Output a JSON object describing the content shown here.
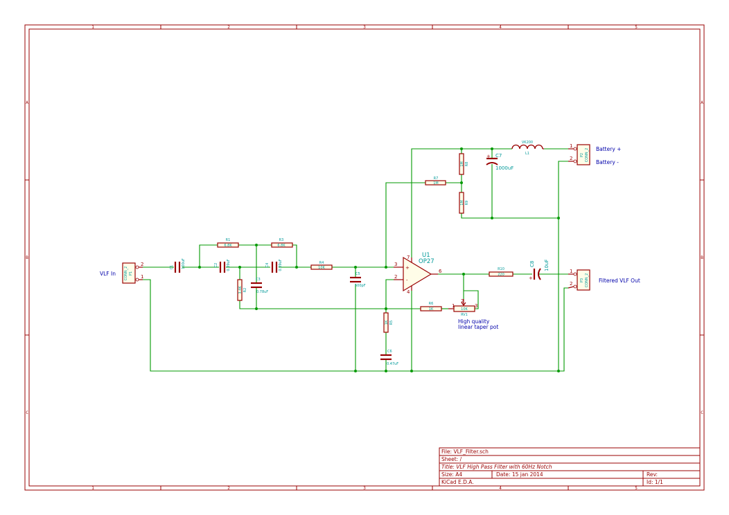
{
  "frame": {
    "columns": [
      "1",
      "2",
      "3",
      "4",
      "5"
    ],
    "rows": [
      "A",
      "B",
      "C"
    ]
  },
  "nets": {
    "vlf_in": "VLF In",
    "battery_pos": "Battery +",
    "battery_neg": "Battery -",
    "filtered_out": "Filtered VLF Out"
  },
  "components": {
    "R1": {
      "ref": "R1",
      "value": "6.8K"
    },
    "R2": {
      "ref": "R2",
      "value": "3.4K"
    },
    "R3": {
      "ref": "R3",
      "value": "6.8K"
    },
    "R4": {
      "ref": "R4",
      "value": "10K"
    },
    "R5": {
      "ref": "R5",
      "value": "1K"
    },
    "R6": {
      "ref": "R6",
      "value": "1K"
    },
    "R7": {
      "ref": "R7",
      "value": "1M"
    },
    "R8": {
      "ref": "R8",
      "value": "1M"
    },
    "R9": {
      "ref": "R9",
      "value": "1M"
    },
    "R10": {
      "ref": "R10",
      "value": "220"
    },
    "C1": {
      "ref": "C1",
      "value": "100uF"
    },
    "C2": {
      "ref": "C2",
      "value": "0.39uF"
    },
    "C3": {
      "ref": "C3",
      "value": "0.78uF"
    },
    "C4": {
      "ref": "C4",
      "value": "0.39uF"
    },
    "C5": {
      "ref": "C5",
      "value": "500pF"
    },
    "C6": {
      "ref": "C6",
      "value": "0.47uF"
    },
    "C7": {
      "ref": "C7",
      "value": "1000uF"
    },
    "C8": {
      "ref": "C8",
      "value": "10uF"
    },
    "L1": {
      "ref": "L1",
      "value": "VK200"
    },
    "RV1": {
      "ref": "RV1",
      "value": "10K"
    },
    "U1": {
      "ref": "U1",
      "value": "OP27"
    },
    "P1": {
      "ref": "P1",
      "value": "CONN_2"
    },
    "P2": {
      "ref": "P2",
      "value": "CONN_2"
    },
    "P3": {
      "ref": "P3",
      "value": "CONN_2"
    }
  },
  "pin_numbers": {
    "u1_in_plus": "3",
    "u1_in_minus": "2",
    "u1_out": "6",
    "u1_vpos": "7",
    "u1_vneg": "4",
    "conn_pin1": "1",
    "conn_pin2": "2",
    "rv1_pin1": "1",
    "rv1_pin2": "2",
    "rv1_pin3": "3",
    "opamp_plus": "+",
    "opamp_minus": "-"
  },
  "notes": {
    "rv1_line1": "High quality",
    "rv1_line2": "linear taper pot"
  },
  "title_block": {
    "file": "File: VLF_Filter.sch",
    "sheet": "Sheet: /",
    "title": "Title: VLF High Pass Filter with 60Hz Notch",
    "size": "Size: A4",
    "date": "Date: 15 jan 2014",
    "rev": "Rev:",
    "tool": "KiCad E.D.A.",
    "id": "Id: 1/1"
  },
  "colors": {
    "frame": "#990000",
    "wire": "#009900",
    "ref_value": "#009999",
    "net_label": "#0000aa"
  }
}
